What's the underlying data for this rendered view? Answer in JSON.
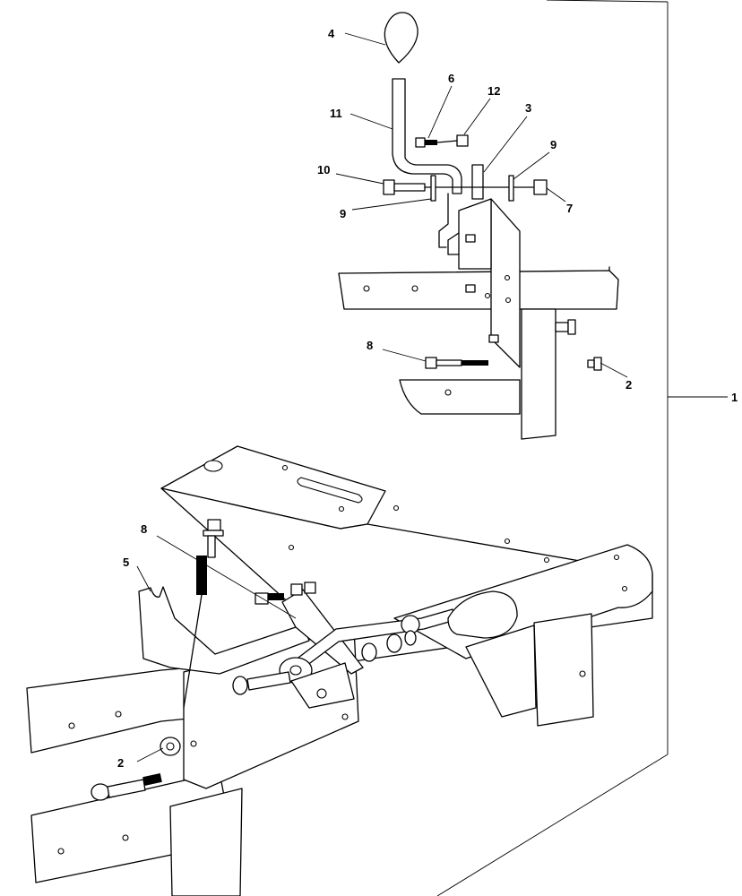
{
  "callouts": {
    "c1": "1",
    "c2_top": "2",
    "c2_bottom": "2",
    "c3": "3",
    "c4": "4",
    "c5": "5",
    "c6": "6",
    "c7": "7",
    "c8_top": "8",
    "c8_bottom": "8",
    "c9_left": "9",
    "c9_right": "9",
    "c10": "10",
    "c11": "11",
    "c12": "12"
  }
}
